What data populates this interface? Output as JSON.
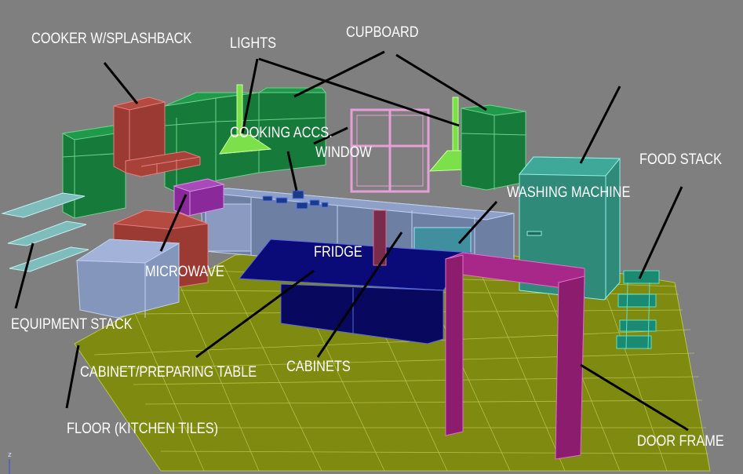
{
  "labels": {
    "cooker": "COOKER W/SPLASHBACK",
    "lights": "LIGHTS",
    "cupboard": "CUPBOARD",
    "cooking_accs": "COOKING ACCS.",
    "window": "WINDOW",
    "washing_machine": "WASHING MACHINE",
    "food_stack": "FOOD STACK",
    "fridge": "FRIDGE",
    "microwave": "MICROWAVE",
    "equipment_stack": "EQUIPMENT STACK",
    "cabinet_table": "CABINET/PREPARING TABLE",
    "cabinets": "CABINETS",
    "floor": "FLOOR (KITCHEN TILES)",
    "door_frame": "DOOR FRAME"
  },
  "axis_label": "z",
  "colors": {
    "background": "#7f7f7f",
    "floor": "#7f8a10",
    "cupboard_green": "#157a3a",
    "cooker_red": "#9a3a32",
    "table_navy": "#0a0a78",
    "door_magenta": "#8c1c6e",
    "window_pink": "#e6a0d8",
    "light_green": "#7ce04a",
    "washer_teal": "#2f8a7a",
    "cabinet_blue": "#7e8fb4",
    "microwave_purple": "#8a2a9a",
    "shelf_cyan": "#7fbcbc",
    "food_teal": "#1a8a72",
    "label_white": "#ffffff"
  }
}
